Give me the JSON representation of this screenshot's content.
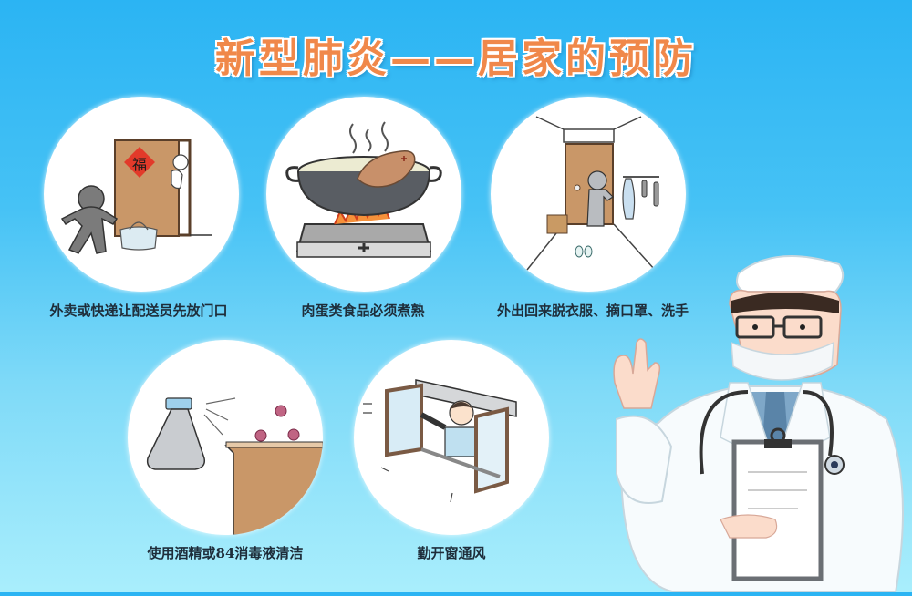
{
  "poster": {
    "title": "新型肺炎——居家的预防",
    "colors": {
      "background_top": "#2bb4f3",
      "background_bottom": "#a9eefc",
      "title_fill": "#f0884a",
      "title_outline": "#ffffff",
      "caption_text": "#1e2d3a"
    }
  },
  "tips": [
    {
      "caption": "外卖或快递让配送员先放门口",
      "icon": "delivery-door-icon"
    },
    {
      "caption": "肉蛋类食品必须煮熟",
      "icon": "cooking-pot-icon"
    },
    {
      "caption": "外出回来脱衣服、摘口罩、洗手",
      "icon": "entryway-undress-icon"
    },
    {
      "caption": "使用酒精或84消毒液清洁",
      "icon": "disinfectant-spray-icon"
    },
    {
      "caption": "勤开窗通风",
      "icon": "open-window-icon"
    }
  ],
  "illustration": {
    "icon": "doctor-with-clipboard-icon"
  }
}
